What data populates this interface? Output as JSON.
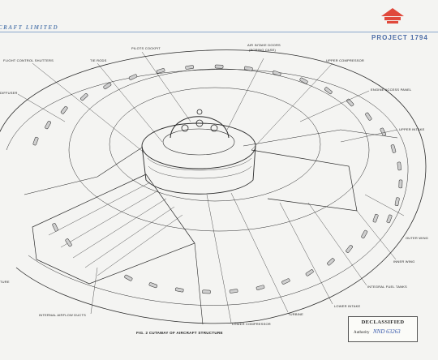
{
  "header": {
    "company_fragment": "CRAFT LIMITED",
    "project": "PROJECT 1794"
  },
  "labels": {
    "pilots_cockpit": "PILOTS COCKPIT",
    "air_intake_doors": "AIR INTAKE DOORS",
    "air_intake_doors_sub": "(BORING CASE)",
    "flight_control_shutters": "FLIGHT CONTROL SHUTTERS",
    "tie_rods": "TIE RODS",
    "upper_compressor": "UPPER COMPRESSOR",
    "engine_access_panel": "ENGINE ACCESS PANEL",
    "diffuser_fragment": "DIFFUSER",
    "upper_intake": "UPPER INTAKE",
    "outer_wing": "OUTER WING",
    "inner_wing": "INNER WING",
    "integral_fuel_tanks": "INTEGRAL FUEL TANKS",
    "lower_intake": "LOWER INTAKE",
    "turbine": "TURBINE",
    "lower_compressor": "LOWER COMPRESSOR",
    "internal_airflow_ducts": "INTERNAL AIRFLOW DUCTS",
    "left_fragment": "TURE"
  },
  "caption": "FIG. 2   CUTAWAY OF AIRCRAFT STRUCTURE",
  "stamp": {
    "title": "DECLASSIFIED",
    "authority_label": "Authority",
    "authority_value": "NND 63263"
  },
  "colors": {
    "accent_blue": "#4f6fa8",
    "logo_red": "#e0493c",
    "ink": "#222222"
  }
}
